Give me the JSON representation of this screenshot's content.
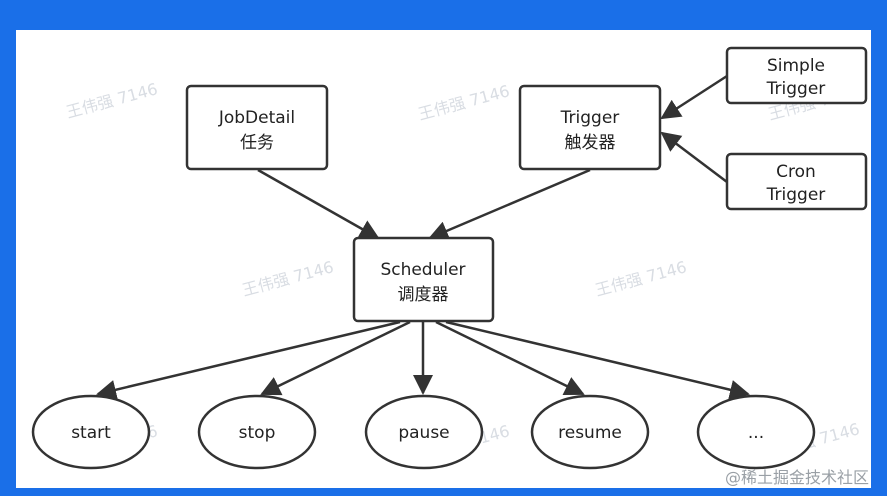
{
  "colors": {
    "background": "#1a6fe8",
    "canvas": "#ffffff",
    "stroke": "#333333"
  },
  "nodes": {
    "jobdetail": {
      "line1": "JobDetail",
      "line2": "任务"
    },
    "trigger": {
      "line1": "Trigger",
      "line2": "触发器"
    },
    "simple_trigger": {
      "line1": "Simple",
      "line2": "Trigger"
    },
    "cron_trigger": {
      "line1": "Cron",
      "line2": "Trigger"
    },
    "scheduler": {
      "line1": "Scheduler",
      "line2": "调度器"
    },
    "start": {
      "label": "start"
    },
    "stop": {
      "label": "stop"
    },
    "pause": {
      "label": "pause"
    },
    "resume": {
      "label": "resume"
    },
    "more": {
      "label": "..."
    }
  },
  "watermark": "王伟强 7146",
  "footer": "@稀土掘金技术社区"
}
